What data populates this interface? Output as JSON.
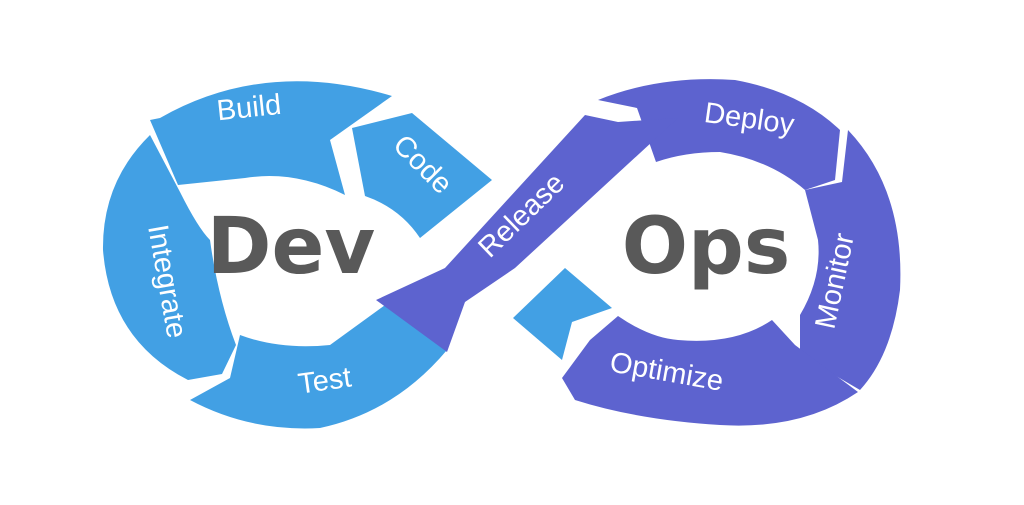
{
  "colors": {
    "dev": "#42A0E4",
    "ops": "#5D63CF",
    "center_text": "#595959",
    "background": "#FFFFFF"
  },
  "center": {
    "dev": "Dev",
    "ops": "Ops"
  },
  "segments": {
    "build": "Build",
    "code": "Code",
    "integrate": "Integrate",
    "test": "Test",
    "release": "Release",
    "deploy": "Deploy",
    "monitor": "Monitor",
    "optimize": "Optimize"
  }
}
